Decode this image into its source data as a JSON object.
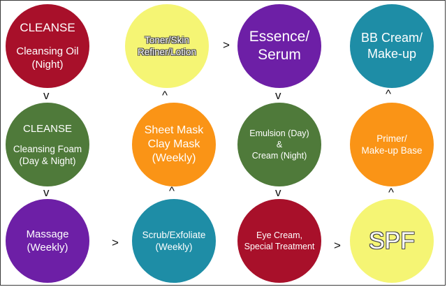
{
  "steps": {
    "cleanse_oil": {
      "title": "CLEANSE",
      "line1": "Cleansing Oil",
      "line2": "(Night)"
    },
    "cleanse_foam": {
      "title": "CLEANSE",
      "line1": "Cleansing Foam",
      "line2": "(Day & Night)"
    },
    "massage": {
      "line1": "Massage",
      "line2": "(Weekly)"
    },
    "scrub": {
      "line1": "Scrub/Exfoliate",
      "line2": "(Weekly)"
    },
    "sheet_mask": {
      "line1": "Sheet Mask",
      "line2": "Clay Mask",
      "line3": "(Weekly)"
    },
    "toner": {
      "line1": "Toner/Skin",
      "line2": "Refiner/Lotion"
    },
    "essence": {
      "line1": "Essence/",
      "line2": "Serum"
    },
    "emulsion": {
      "line1": "Emulsion (Day)",
      "line2": "&",
      "line3": "Cream (Night)"
    },
    "eye_cream": {
      "line1": "Eye Cream,",
      "line2": "Special Treatment"
    },
    "spf": {
      "line1": "SPF"
    },
    "primer": {
      "line1": "Primer/",
      "line2": "Make-up Base"
    },
    "bb_cream": {
      "line1": "BB Cream/",
      "line2": "Make-up"
    }
  },
  "arrows": {
    "down": "v",
    "up": "^",
    "right": ">"
  },
  "colors": {
    "red": "#a8102a",
    "green": "#4f7a3a",
    "purple": "#6d1fa6",
    "teal": "#1e8da6",
    "yellow": "#f5f574",
    "orange": "#fa9416"
  }
}
